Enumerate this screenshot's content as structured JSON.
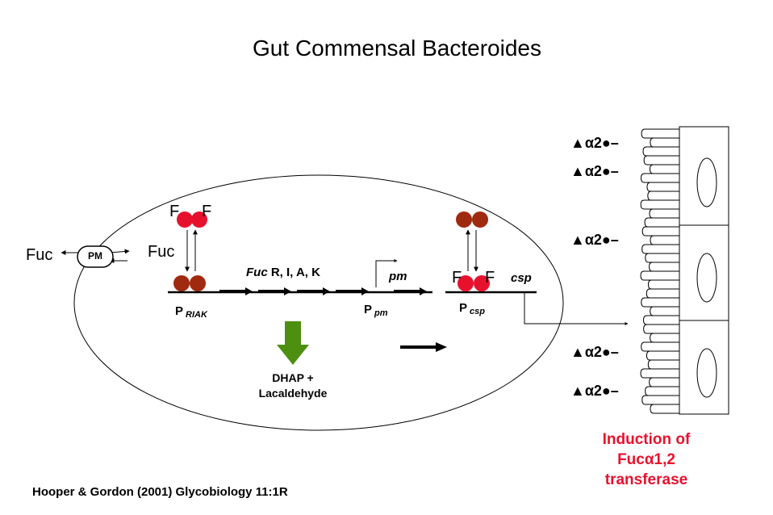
{
  "title": "Gut Commensal Bacteroides",
  "labels": {
    "fuc_outside": "Fuc",
    "pm_box": "PM",
    "fuc_inside": "Fuc",
    "f_top_left": "F",
    "f_top_right": "F",
    "operon_fuc": "Fuc",
    "operon_rest": "R, I, A, K",
    "pm_gene": "pm",
    "f_mid_left": "F",
    "f_mid_right": "F",
    "csp_gene": "csp",
    "p_riak_main": "P",
    "p_riak_sub": "RIAK",
    "p_pm_main": "P",
    "p_pm_sub": "pm",
    "p_csp_main": "P",
    "p_csp_sub": "csp",
    "dhap_line1": "DHAP +",
    "dhap_line2": "Lacaldehyde"
  },
  "glycan_label": "▲α2●–",
  "induction": {
    "line1": "Induction of",
    "line2": "Fucα1,2",
    "line3": "transferase"
  },
  "citation": "Hooper & Gordon (2001) Glycobiology 11:1R",
  "colors": {
    "fucose_red": "#e8112d",
    "fucose_brown": "#a02a10",
    "green_arrow": "#4d8f10",
    "induction_text": "#e8112d"
  }
}
